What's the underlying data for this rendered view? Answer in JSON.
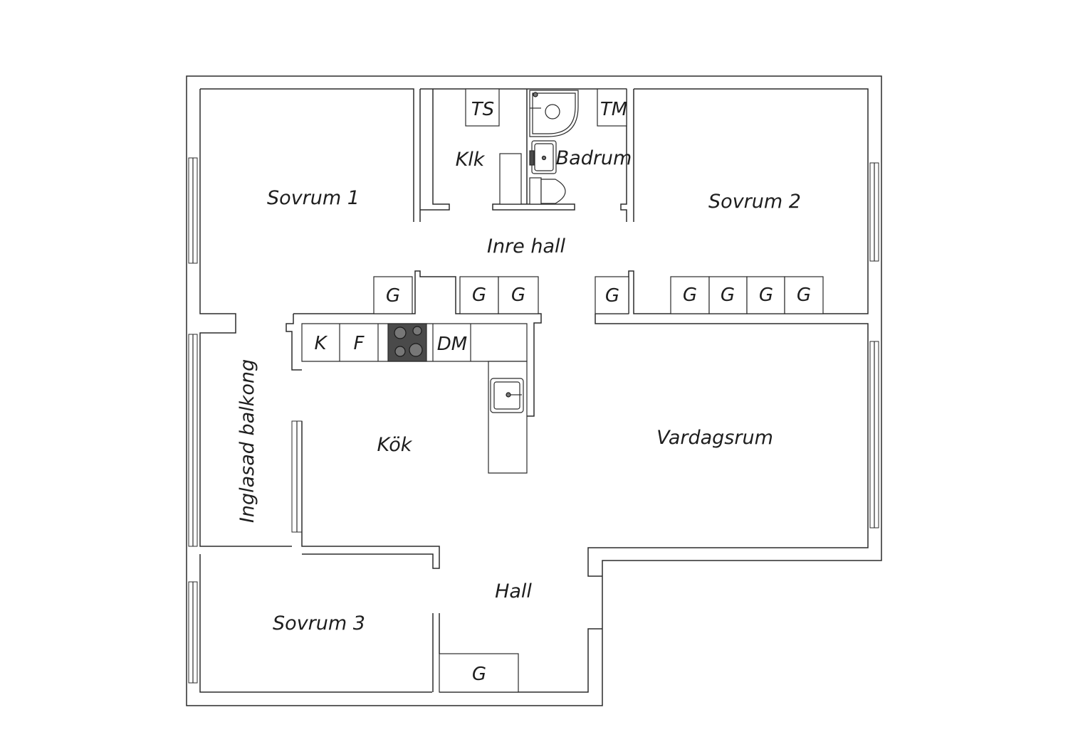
{
  "rooms": {
    "sovrum1": "Sovrum 1",
    "sovrum2": "Sovrum 2",
    "sovrum3": "Sovrum 3",
    "klk": "Klk",
    "badrum": "Badrum",
    "inre_hall": "Inre hall",
    "kok": "Kök",
    "vardagsrum": "Vardagsrum",
    "hall": "Hall",
    "balkong": "Inglasad balkong"
  },
  "fixtures": {
    "ts": "TS",
    "tm": "TM",
    "k": "K",
    "f": "F",
    "dm": "DM",
    "wardrobe": "G"
  }
}
